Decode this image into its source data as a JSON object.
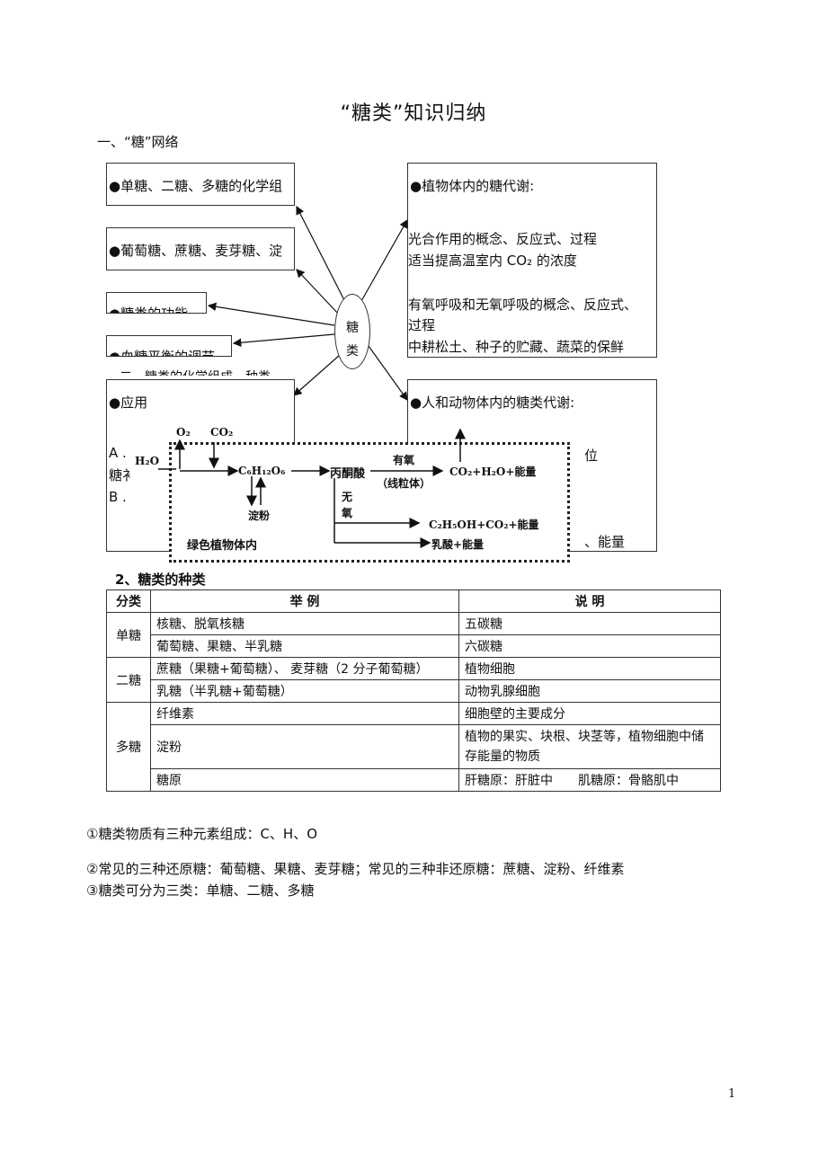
{
  "title": "“糖类”知识归纳",
  "section1": "一、“糖”网络",
  "left_boxes": [
    "●单糖、二糖、多糖的化学组",
    "●葡萄糖、蔗糖、麦芽糖、淀",
    "●糖类的功能",
    "●血糖平衡的调节",
    "●应用"
  ],
  "hidden_text": "二、糖类的化学组成、种类",
  "application_partial": [
    "A .",
    "糖衤",
    "B ."
  ],
  "center_circle": [
    "糖",
    "类"
  ],
  "plant_box": {
    "heading": "●植物体内的糖代谢:",
    "lines": [
      "光合作用的概念、反应式、过程",
      "适当提高温室内 CO₂ 的浓度",
      "有氧呼吸和无氧呼吸的概念、反应式、",
      "过程",
      "中耕松土、种子的贮藏、蔬菜的保鲜"
    ]
  },
  "animal_box": {
    "heading": "●人和动物体内的糖类代谢:",
    "partial1": "位",
    "partial2": "、能量"
  },
  "flow": {
    "o2": "O₂",
    "co2": "CO₂",
    "h2o": "H₂O",
    "glucose": "C₆H₁₂O₆",
    "pyruvate": "丙酮酸",
    "aerobic": "有氧",
    "mito": "（线粒体）",
    "aerobic_product": "CO₂+H₂O+能量",
    "starch": "淀粉",
    "anaerobic1": "无",
    "anaerobic2": "氧",
    "alcohol_product": "C₂H₅OH+CO₂+能量",
    "lactic_product": "乳酸+能量",
    "label": "绿色植物体内"
  },
  "section2": "2、糖类的种类",
  "table": {
    "headers": [
      "分类",
      "举 例",
      "说 明"
    ],
    "rows": [
      {
        "cat": "单糖",
        "items": [
          [
            "核糖、脱氧核糖",
            "五碳糖"
          ],
          [
            "葡萄糖、果糖、半乳糖",
            "六碳糖"
          ]
        ]
      },
      {
        "cat": "二糖",
        "items": [
          [
            "蔗糖（果糖+葡萄糖）、 麦芽糖（2 分子葡萄糖）",
            "植物细胞"
          ],
          [
            "乳糖（半乳糖+葡萄糖）",
            "动物乳腺细胞"
          ]
        ]
      },
      {
        "cat": "多糖",
        "items": [
          [
            "纤维素",
            "细胞壁的主要成分"
          ],
          [
            "淀粉",
            "植物的果实、块根、块茎等，植物细胞中储存能量的物质"
          ],
          [
            "糖原",
            "肝糖原：肝脏中　　肌糖原：骨骼肌中"
          ]
        ]
      }
    ]
  },
  "notes": [
    "①糖类物质有三种元素组成：C、H、O",
    "②常见的三种还原糖：葡萄糖、果糖、麦芽糖；常见的三种非还原糖：蔗糖、淀粉、纤维素",
    "③糖类可分为三类：单糖、二糖、多糖"
  ],
  "page_number": "1"
}
